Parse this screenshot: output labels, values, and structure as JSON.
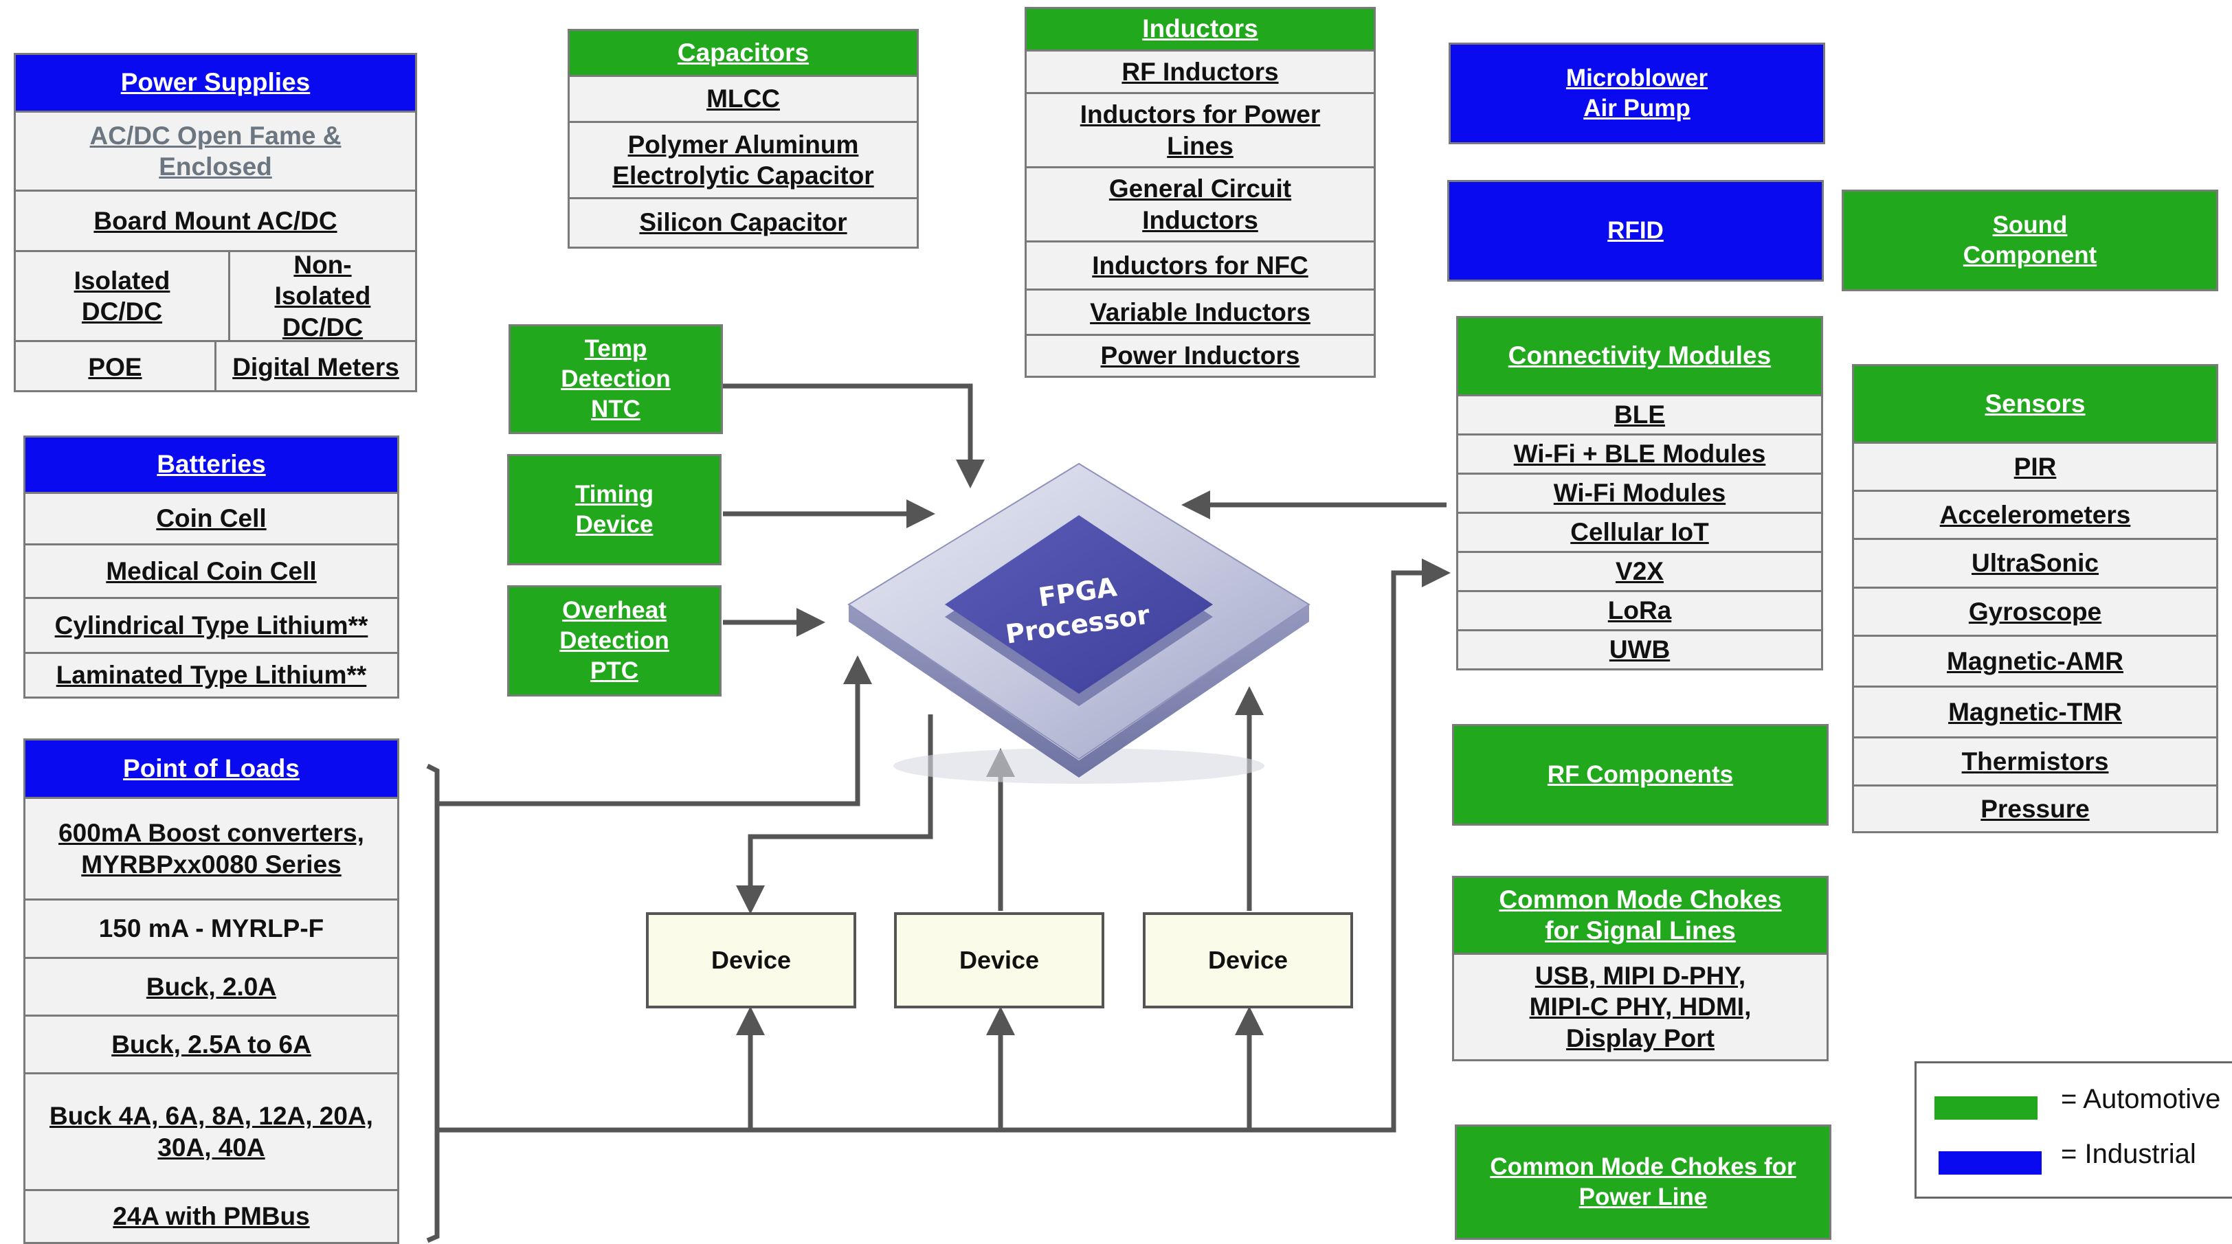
{
  "colors": {
    "automotive": "#22a81c",
    "industrial": "#0a0af0"
  },
  "power_supplies": {
    "title": "Power Supplies",
    "acdc_open": "AC/DC Open Fame & Enclosed",
    "board_mount": "Board Mount AC/DC",
    "isolated": "Isolated DC/DC",
    "non_isolated": "Non-Isolated DC/DC",
    "poe": "POE",
    "digital_meters": "Digital Meters"
  },
  "batteries": {
    "title": "Batteries",
    "items": [
      "Coin Cell",
      "Medical Coin Cell",
      "Cylindrical Type Lithium**",
      "Laminated Type Lithium**"
    ]
  },
  "point_of_loads": {
    "title": "Point of Loads",
    "items": [
      "600mA Boost converters, MYRBPxx0080 Series",
      "150 mA - MYRLP-F",
      "Buck, 2.0A",
      "Buck, 2.5A to 6A",
      "Buck 4A, 6A, 8A, 12A, 20A, 30A, 40A",
      "24A with PMBus"
    ]
  },
  "capacitors": {
    "title": "Capacitors",
    "items": [
      "MLCC",
      "Polymer Aluminum Electrolytic Capacitor",
      "Silicon Capacitor"
    ]
  },
  "inductors": {
    "title": "Inductors",
    "items": [
      "RF Inductors",
      "Inductors for Power Lines",
      "General Circuit Inductors",
      "Inductors for NFC",
      "Variable Inductors",
      "Power Inductors"
    ]
  },
  "temp_detection": "Temp Detection NTC",
  "timing_device": "Timing Device",
  "overheat_detection": "Overheat Detection PTC",
  "processor": {
    "line1": "FPGA",
    "line2": "Processor"
  },
  "devices": [
    "Device",
    "Device",
    "Device"
  ],
  "microblower": "Microblower Air Pump",
  "rfid": "RFID",
  "sound_component": "Sound Component",
  "connectivity": {
    "title": "Connectivity Modules",
    "items": [
      "BLE",
      "Wi-Fi + BLE Modules",
      "Wi-Fi Modules",
      "Cellular IoT",
      "V2X",
      "LoRa",
      "UWB"
    ]
  },
  "sensors": {
    "title": "Sensors",
    "items": [
      "PIR",
      "Accelerometers",
      "UltraSonic",
      "Gyroscope",
      "Magnetic-AMR",
      "Magnetic-TMR",
      "Thermistors",
      "Pressure"
    ]
  },
  "rf_components": "RF Components",
  "cmc_signal": {
    "title": "Common Mode Chokes for Signal Lines",
    "items": [
      "USB, MIPI D-PHY, MIPI-C PHY, HDMI, Display Port"
    ]
  },
  "cmc_power": "Common Mode Chokes for Power Line",
  "legend": {
    "automotive": "= Automotive",
    "industrial": "= Industrial"
  }
}
